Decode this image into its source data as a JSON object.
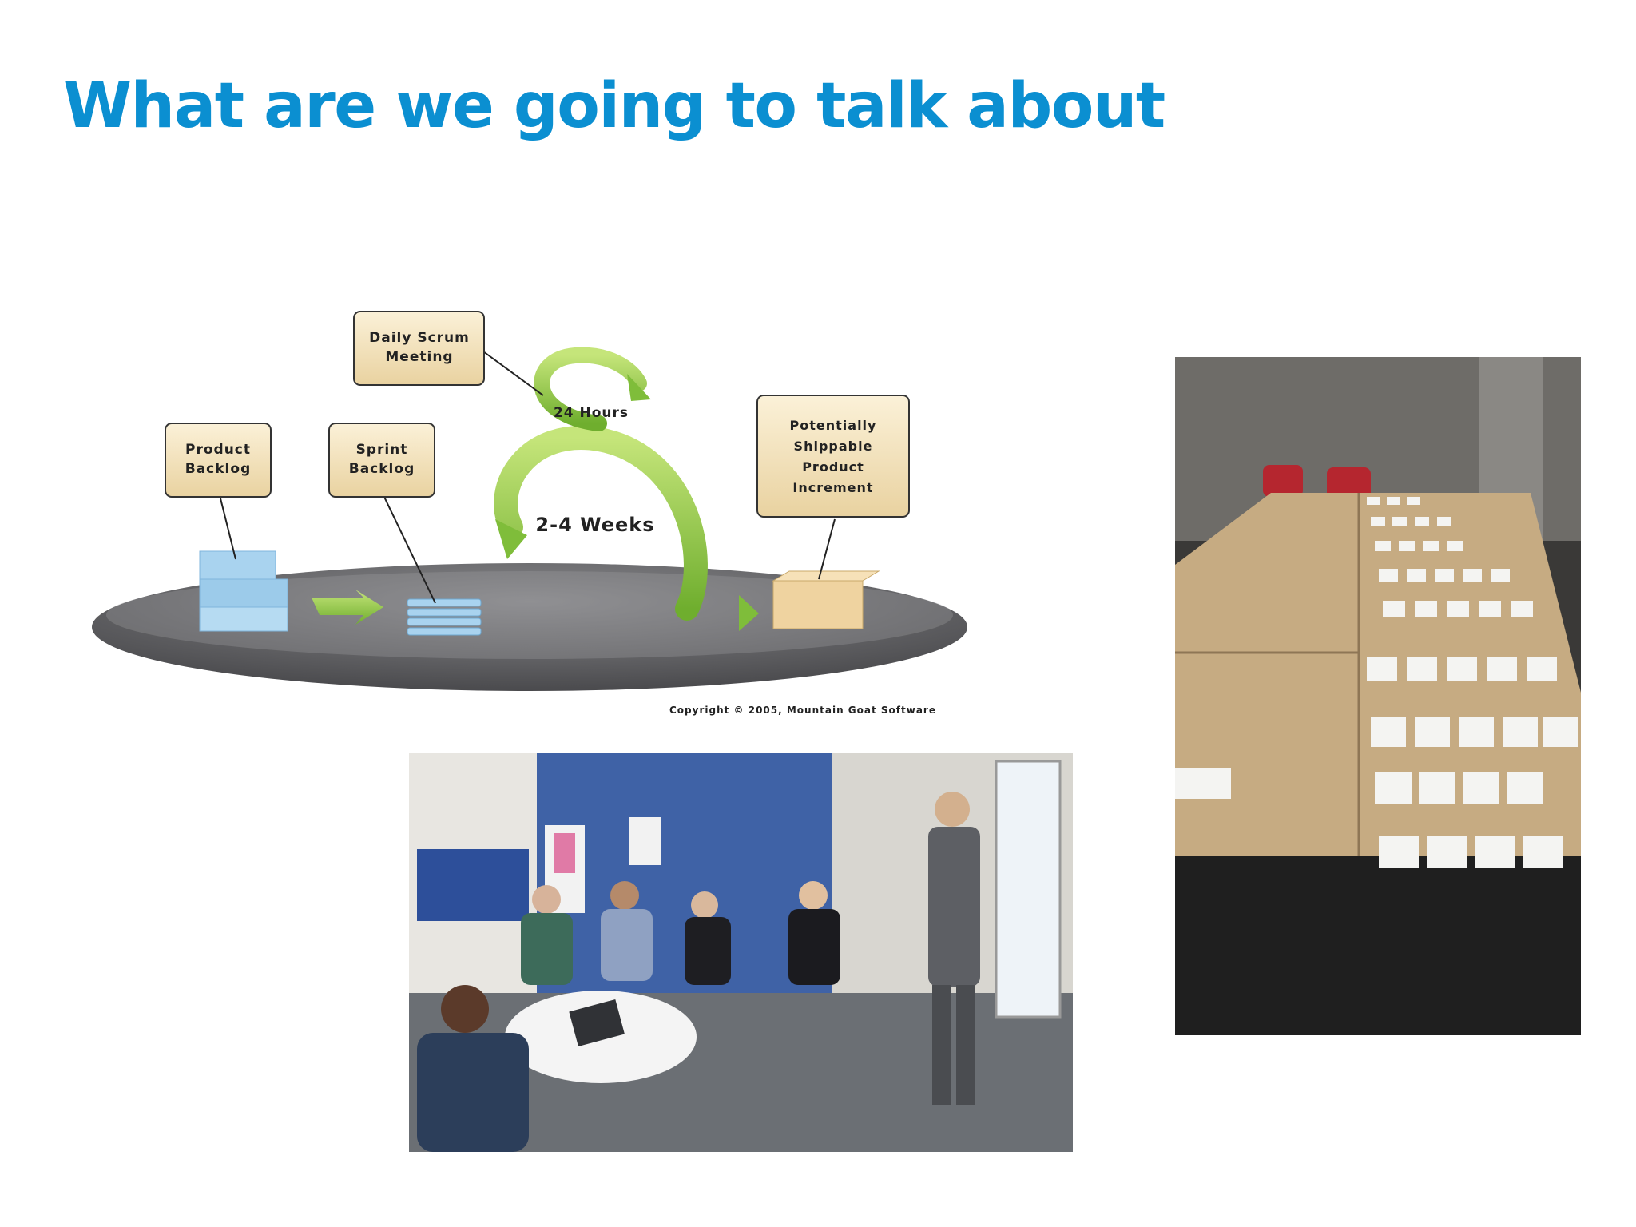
{
  "slide": {
    "title": "What are we going to talk about"
  },
  "diagram": {
    "daily_scrum": [
      "Daily Scrum",
      "Meeting"
    ],
    "product_backlog": [
      "Product",
      "Backlog"
    ],
    "sprint_backlog": [
      "Sprint",
      "Backlog"
    ],
    "increment": [
      "Potentially",
      "Shippable",
      "Product",
      "Increment"
    ],
    "hours_label": "24 Hours",
    "weeks_label": "2-4 Weeks",
    "copyright": "Copyright © 2005, Mountain Goat Software",
    "colors": {
      "callout_fill": "#f5e6c4",
      "arrow_green": "#8cc63f",
      "platform": "#6b6b6e",
      "backlog_blue": "#a9d3ef"
    }
  },
  "photos": {
    "meeting": {
      "caption": ""
    },
    "cards": {
      "caption": ""
    }
  }
}
